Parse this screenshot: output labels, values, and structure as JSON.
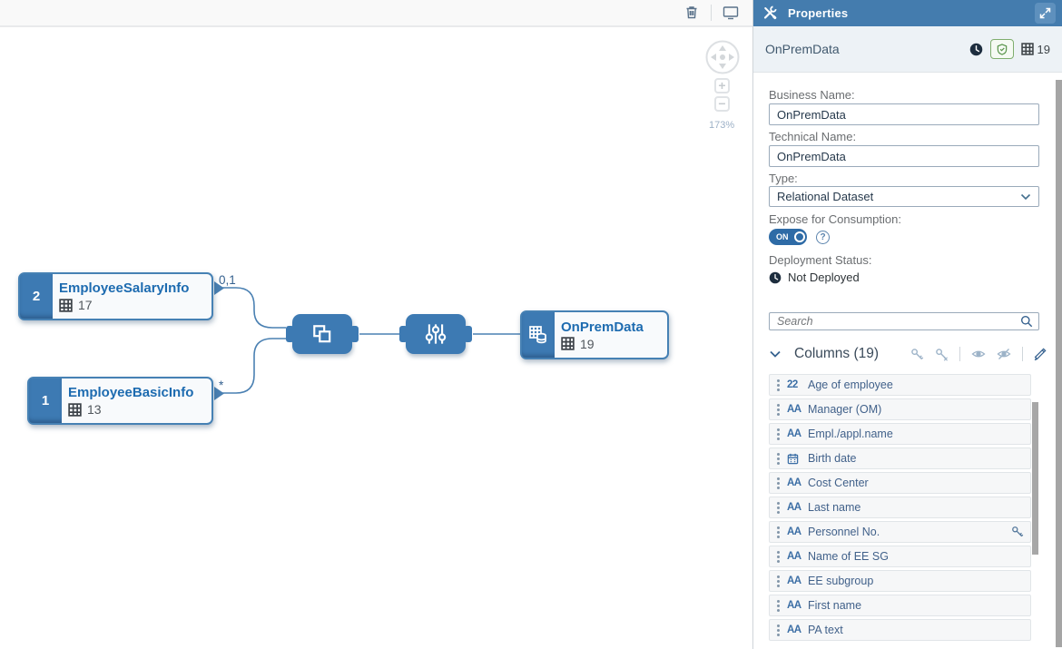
{
  "canvas": {
    "zoom_level": "173%",
    "entities": [
      {
        "badge": "2",
        "title": "EmployeeSalaryInfo",
        "column_count": "17",
        "cardinality": "0,1"
      },
      {
        "badge": "1",
        "title": "EmployeeBasicInfo",
        "column_count": "13",
        "cardinality": "*"
      },
      {
        "title": "OnPremData",
        "column_count": "19"
      }
    ]
  },
  "panel": {
    "title": "Properties",
    "entity": {
      "name": "OnPremData",
      "column_count": "19"
    },
    "form": {
      "business_name": {
        "label": "Business Name:",
        "value": "OnPremData"
      },
      "technical_name": {
        "label": "Technical Name:",
        "value": "OnPremData"
      },
      "type": {
        "label": "Type:",
        "value": "Relational Dataset"
      },
      "expose": {
        "label": "Expose for Consumption:",
        "state": "ON"
      },
      "deployment": {
        "label": "Deployment Status:",
        "value": "Not Deployed"
      }
    },
    "search": {
      "placeholder": "Search"
    },
    "columns": {
      "title": "Columns (19)",
      "items": [
        {
          "type": "number",
          "icon_text": "22",
          "label": "Age of employee"
        },
        {
          "type": "text",
          "icon_text": "AA",
          "label": "Manager (OM)"
        },
        {
          "type": "text",
          "icon_text": "AA",
          "label": "Empl./appl.name"
        },
        {
          "type": "date",
          "label": "Birth date"
        },
        {
          "type": "text",
          "icon_text": "AA",
          "label": "Cost Center"
        },
        {
          "type": "text",
          "icon_text": "AA",
          "label": "Last name"
        },
        {
          "type": "text",
          "icon_text": "AA",
          "label": "Personnel No.",
          "key": true
        },
        {
          "type": "text",
          "icon_text": "AA",
          "label": "Name of EE SG"
        },
        {
          "type": "text",
          "icon_text": "AA",
          "label": "EE subgroup"
        },
        {
          "type": "text",
          "icon_text": "AA",
          "label": "First name"
        },
        {
          "type": "text",
          "icon_text": "AA",
          "label": "PA text"
        }
      ]
    }
  },
  "icons": {
    "question_glyph": "?",
    "plus_glyph": "+",
    "minus_glyph": "−"
  },
  "colors": {
    "accent": "#447cae",
    "node_blue": "#3d7ab3",
    "edge": "#4a80b2",
    "title_blue": "#1d6bb0",
    "status_green": "#58944a"
  }
}
